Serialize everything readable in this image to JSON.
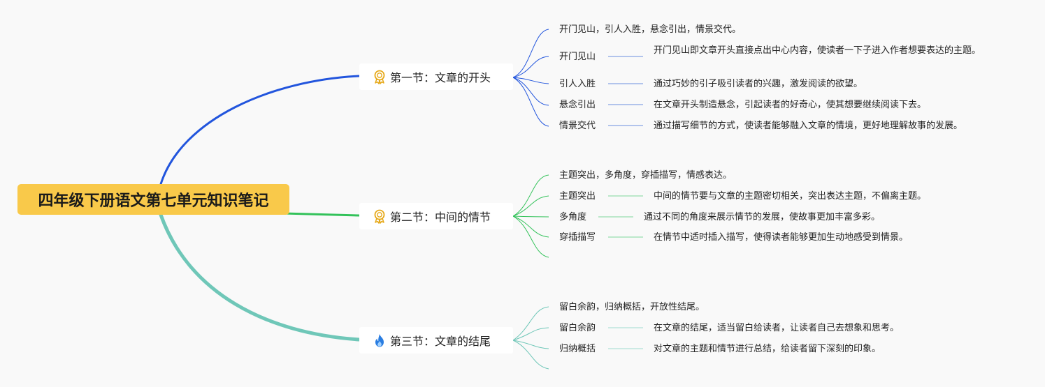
{
  "root": {
    "title": "四年级下册语文第七单元知识笔记"
  },
  "colors": {
    "root_bg": "#f9c94a",
    "branch1": "#2255dd",
    "branch2": "#33c25a",
    "branch3": "#6fc7b8",
    "leaf1": "#6a8fe0",
    "leaf2": "#7fd89a",
    "leaf3": "#9fdccf"
  },
  "sections": [
    {
      "title": "第一节：文章的开头",
      "icon": "medal-icon",
      "summary": "开门见山，引人入胜，悬念引出，情景交代。",
      "items": [
        {
          "term": "开门见山",
          "desc": "开门见山即文章开头直接点出中心内容，使读者一下子进入作者想要表达的主题。"
        },
        {
          "term": "引人入胜",
          "desc": "通过巧妙的引子吸引读者的兴趣，激发阅读的欲望。"
        },
        {
          "term": "悬念引出",
          "desc": "在文章开头制造悬念，引起读者的好奇心，使其想要继续阅读下去。"
        },
        {
          "term": "情景交代",
          "desc": "通过描写细节的方式，使读者能够融入文章的情境，更好地理解故事的发展。"
        }
      ]
    },
    {
      "title": "第二节：中间的情节",
      "icon": "medal-icon",
      "summary": "主题突出，多角度，穿插描写，情感表达。",
      "items": [
        {
          "term": "主题突出",
          "desc": "中间的情节要与文章的主题密切相关，突出表达主题，不偏离主题。"
        },
        {
          "term": "多角度",
          "desc": "通过不同的角度来展示情节的发展，使故事更加丰富多彩。"
        },
        {
          "term": "穿插描写",
          "desc": "在情节中适时插入描写，使得读者能够更加生动地感受到情景。"
        }
      ]
    },
    {
      "title": "第三节：文章的结尾",
      "icon": "fire-icon",
      "summary": "留白余韵，归纳概括，开放性结尾。",
      "items": [
        {
          "term": "留白余韵",
          "desc": "在文章的结尾，适当留白给读者，让读者自己去想象和思考。"
        },
        {
          "term": "归纳概括",
          "desc": "对文章的主题和情节进行总结，给读者留下深刻的印象。"
        }
      ]
    }
  ]
}
